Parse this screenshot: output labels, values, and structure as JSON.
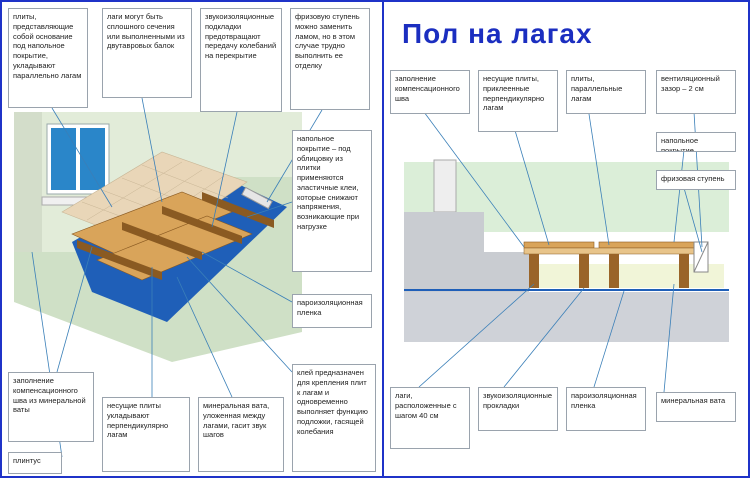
{
  "right": {
    "title": "Пол на лагах",
    "top_labels": [
      "заполнение компенсационного шва",
      "несущие плиты, приклеенные перпендикулярно лагам",
      "плиты, параллельные лагам",
      "вентиляционный зазор – 2 см"
    ],
    "side_labels": [
      "напольное покрытие",
      "фризовая ступень"
    ],
    "bottom_labels": [
      "лаги, расположенные с шагом 40 см",
      "звукоизоляционные прокладки",
      "пароизоляционная пленка",
      "минеральная вата"
    ]
  },
  "left": {
    "top_labels": [
      "плиты, представляющие собой основание под напольное покрытие, укладывают параллельно лагам",
      "лаги могут быть сплошного сечения или выполненными из двутавровых балок",
      "звукоизоляционные подкладки предотвращают передачу колебаний на перекрытие",
      "фризовую ступень можно заменить ламом, но в этом случае трудно выполнить ее отделку"
    ],
    "right_labels": [
      "напольное покрытие – под облицовку из плитки применяются эластичные клеи, которые снижают напряжения, возникающие при нагрузке",
      "пароизоляционная пленка",
      "клей предназначен для крепления плит к лагам и одновременно выполняет функцию подложки, гасящей колебания"
    ],
    "left_labels": [
      "заполнение компенсационного шва из минеральной ваты",
      "плинтус"
    ],
    "bottom_labels": [
      "несущие плиты укладывают перпендикулярно лагам",
      "минеральная вата, уложенная между лагами, гасит звук шагов"
    ]
  },
  "colors": {
    "border": "#1f33c8",
    "title": "#1b2ec0",
    "membrane": "#1f5fb8",
    "wood": "#d9a45a",
    "wood_dark": "#8a5a22",
    "floor": "#d7ecd3",
    "concrete": "#c9ccd1"
  }
}
